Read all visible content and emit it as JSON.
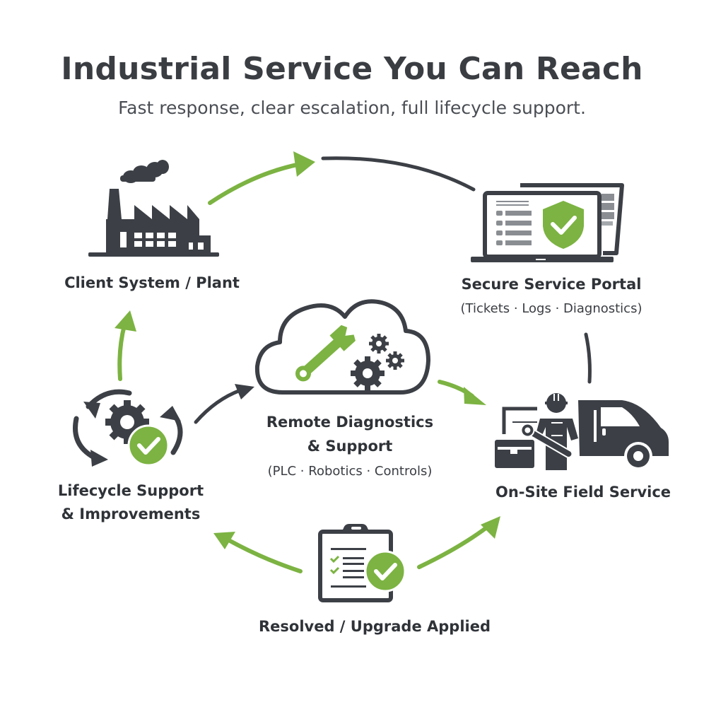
{
  "header": {
    "title": "Industrial Service You Can Reach",
    "subtitle": "Fast response, clear escalation, full lifecycle support."
  },
  "colors": {
    "accent_green": "#7cb342",
    "icon_dark": "#3c4046",
    "text_dark": "#2f3338"
  },
  "nodes": [
    {
      "id": "client",
      "label": "Client System / Plant",
      "icon": "factory-icon"
    },
    {
      "id": "portal",
      "label": "Secure Service Portal",
      "sublabel": "(Tickets · Logs · Diagnostics)",
      "icon": "laptop-shield-icon"
    },
    {
      "id": "remote",
      "label_line1": "Remote Diagnostics",
      "label_line2": "& Support",
      "sublabel": "(PLC · Robotics · Controls)",
      "icon": "cloud-wrench-gears-icon"
    },
    {
      "id": "field",
      "label": "On-Site Field Service",
      "icon": "technician-van-icon"
    },
    {
      "id": "resolved",
      "label": "Resolved / Upgrade Applied",
      "icon": "clipboard-check-icon"
    },
    {
      "id": "lifecycle",
      "label_line1": "Lifecycle Support",
      "label_line2": "& Improvements",
      "icon": "cycle-gear-check-icon"
    }
  ]
}
